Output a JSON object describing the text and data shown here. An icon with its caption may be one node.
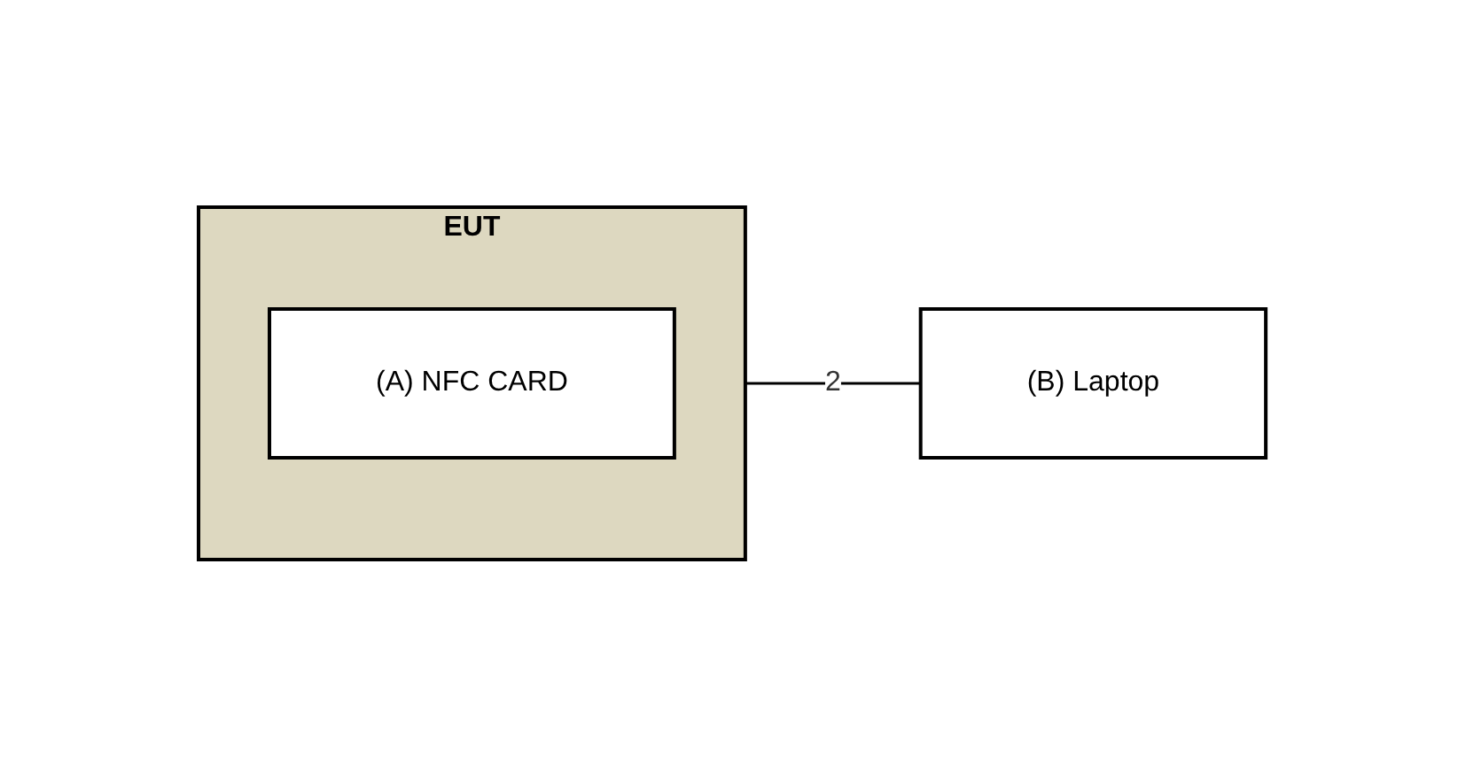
{
  "diagram": {
    "nodes": [
      {
        "text": [
          "EUT"
        ]
      },
      {
        "text": [
          "(A) NFC CARD"
        ],
        "in": 0
      },
      {
        "text": [
          "(B) Laptop"
        ]
      }
    ],
    "edges": [
      {
        "from": 0,
        "to": 2,
        "arrow": "none",
        "label": "2"
      }
    ]
  }
}
